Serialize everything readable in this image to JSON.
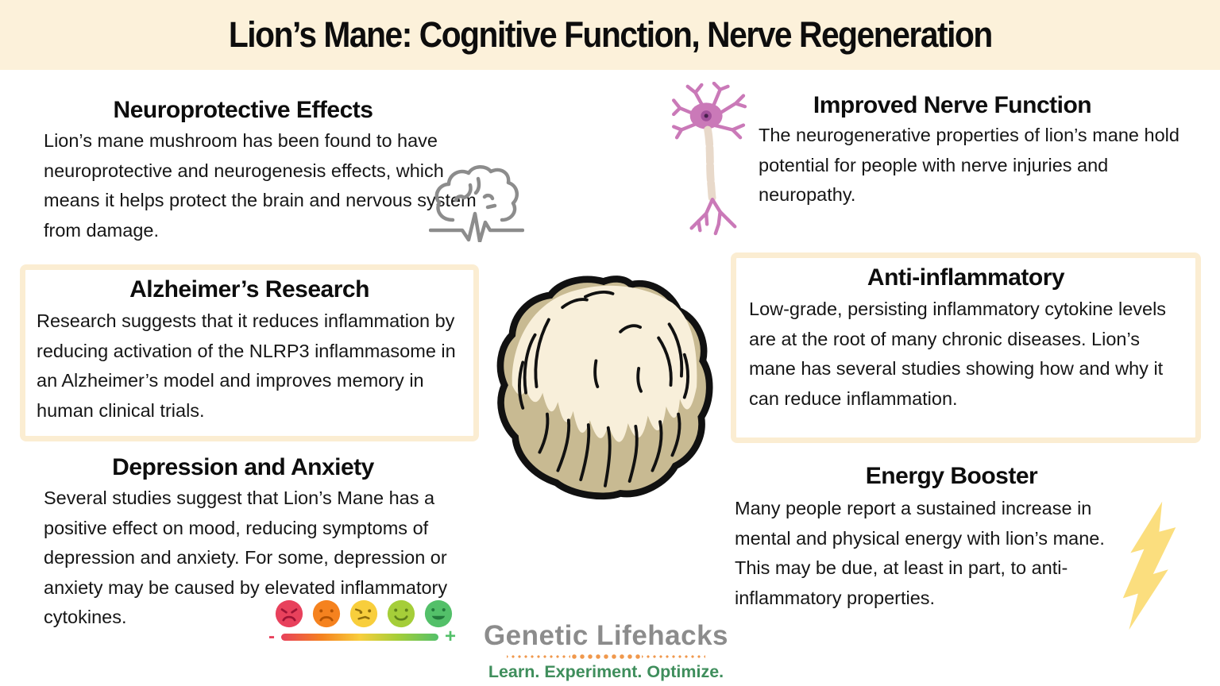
{
  "page": {
    "title": "Lion’s Mane: Cognitive Function, Nerve Regeneration"
  },
  "sections": {
    "neuroprotective": {
      "heading": "Neuroprotective Effects",
      "body": "Lion’s mane mushroom has been found to have neuroprotective and neurogenesis effects, which means it helps protect the brain and nervous system from damage.",
      "icon": "brain-pulse-icon"
    },
    "alzheimers": {
      "heading": "Alzheimer’s Research",
      "body": "Research suggests that it reduces inflammation by reducing activation of the NLRP3 inflammasome in an Alzheimer’s model and improves memory in human clinical trials."
    },
    "depression": {
      "heading": "Depression and Anxiety",
      "body": "Several studies suggest that Lion’s Mane has a positive effect on mood, reducing symptoms of depression and anxiety. For some, depression or anxiety may be caused by elevated inflammatory cytokines.",
      "icon": "mood-scale-icons"
    },
    "nerve": {
      "heading": "Improved Nerve Function",
      "body": "The neurogenerative properties of lion’s mane hold potential for people with nerve injuries and neuropathy.",
      "icon": "neuron-icon"
    },
    "antiinflammatory": {
      "heading": "Anti-inflammatory",
      "body": "Low-grade, persisting inflammatory cytokine levels are at the root of many chronic diseases. Lion’s mane has several studies showing how and why it can reduce inflammation."
    },
    "energy": {
      "heading": "Energy Booster",
      "body": "Many people report a sustained increase in mental and physical energy with lion’s mane. This may be due, at least in part, to anti-inflammatory properties.",
      "icon": "lightning-bolt-icon"
    }
  },
  "center_illustration": "lions-mane-mushroom-illustration",
  "mood_scale": {
    "minus_label": "-",
    "plus_label": "+",
    "faces": [
      {
        "name": "angry-face-icon",
        "color": "#E8415C"
      },
      {
        "name": "sad-face-icon",
        "color": "#F5821F"
      },
      {
        "name": "unsure-face-icon",
        "color": "#F8CE3C"
      },
      {
        "name": "smile-face-icon",
        "color": "#A5CE39"
      },
      {
        "name": "happy-face-icon",
        "color": "#53C069"
      }
    ]
  },
  "logo": {
    "name": "Genetic Lifehacks",
    "tagline": "Learn. Experiment. Optimize."
  },
  "colors": {
    "header_band": "#FCF1DA",
    "box_border": "#FBEDD2",
    "body_text": "#161616",
    "icon_gray": "#8C8C8C",
    "logo_gray": "#8C8C8C",
    "logo_green": "#3F8E5C",
    "logo_dots_orange": "#F0984C",
    "neuron_pink": "#CA79B8",
    "lightning_yellow": "#FBDE7E",
    "mushroom_cream": "#F8EFDA",
    "mushroom_tan": "#C8BA92"
  }
}
